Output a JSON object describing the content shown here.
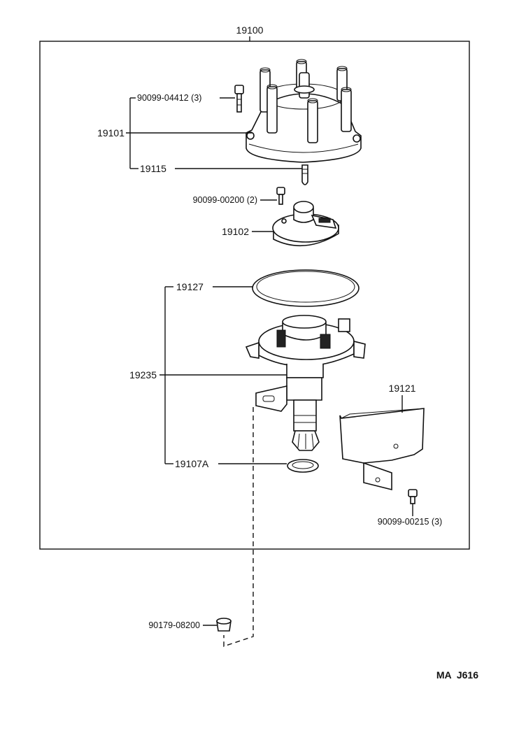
{
  "assembly": {
    "part_number": "19100"
  },
  "labels": {
    "bolt_cap": "90099-04412 (3)",
    "cap": "19101",
    "carbon": "19115",
    "screw_rotor": "90099-00200 (2)",
    "rotor": "19102",
    "gasket": "19127",
    "housing": "19235",
    "cover": "19121",
    "oring": "19107A",
    "screw_cover": "90099-00215 (3)",
    "nut": "90179-08200"
  },
  "diagram_code": "MA  J616"
}
